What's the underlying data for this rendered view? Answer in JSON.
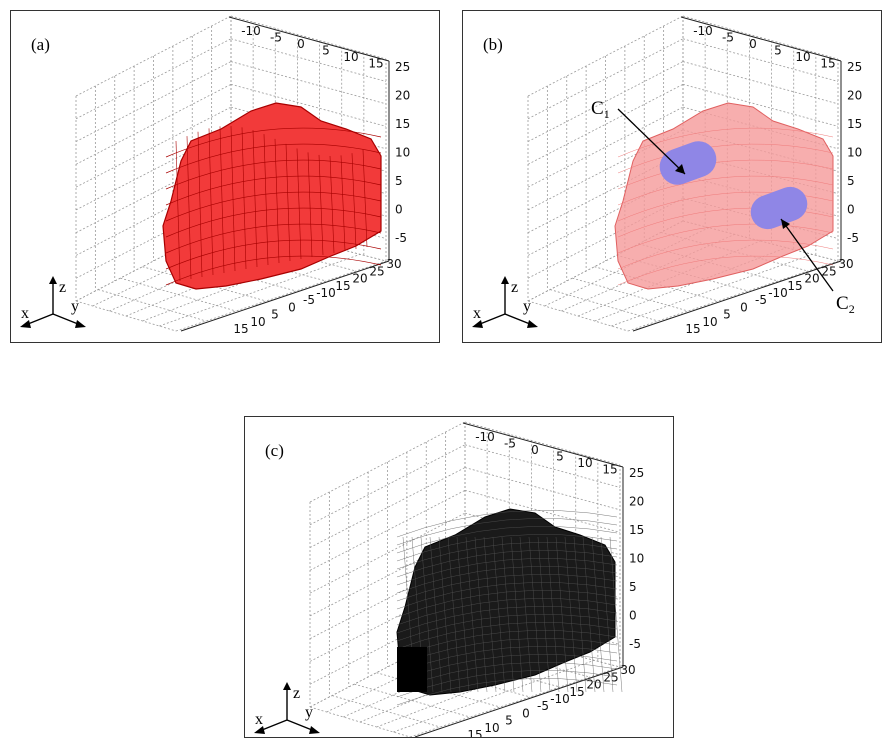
{
  "panels": [
    {
      "label": "(a)",
      "style": "red-surface",
      "colors": {
        "fill": "#f23a3a",
        "stroke": "#a80000"
      },
      "top_ticks": [
        "-10",
        "-5",
        "0",
        "5",
        "10",
        "15"
      ],
      "right_ticks": [
        "25",
        "20",
        "15",
        "10",
        "5",
        "0",
        "-5"
      ],
      "bottom_ticks": [
        "15",
        "10",
        "5",
        "0",
        "-5",
        "-10",
        "15",
        "20",
        "25",
        "30"
      ],
      "triad": {
        "x": "x",
        "y": "y",
        "z": "z"
      }
    },
    {
      "label": "(b)",
      "style": "transparent-with-cavities",
      "colors": {
        "fill": "#f59a9a",
        "stroke": "#e06060",
        "cavity": "#8f86e6"
      },
      "top_ticks": [
        "-10",
        "-5",
        "0",
        "5",
        "10",
        "15"
      ],
      "right_ticks": [
        "25",
        "20",
        "15",
        "10",
        "5",
        "0",
        "-5"
      ],
      "bottom_ticks": [
        "15",
        "10",
        "5",
        "0",
        "-5",
        "-10",
        "15",
        "20",
        "25",
        "30"
      ],
      "triad": {
        "x": "x",
        "y": "y",
        "z": "z"
      },
      "annotations": [
        {
          "main": "C",
          "sub": "1"
        },
        {
          "main": "C",
          "sub": "2"
        }
      ]
    },
    {
      "label": "(c)",
      "style": "black-mesh",
      "colors": {
        "fill": "#1a1a1a",
        "stroke": "#555555"
      },
      "top_ticks": [
        "-10",
        "-5",
        "0",
        "5",
        "10",
        "15"
      ],
      "right_ticks": [
        "25",
        "20",
        "15",
        "10",
        "5",
        "0",
        "-5"
      ],
      "bottom_ticks": [
        "15",
        "10",
        "5",
        "0",
        "-5",
        "-10",
        "15",
        "20",
        "25",
        "30"
      ],
      "triad": {
        "x": "x",
        "y": "y",
        "z": "z"
      }
    }
  ]
}
